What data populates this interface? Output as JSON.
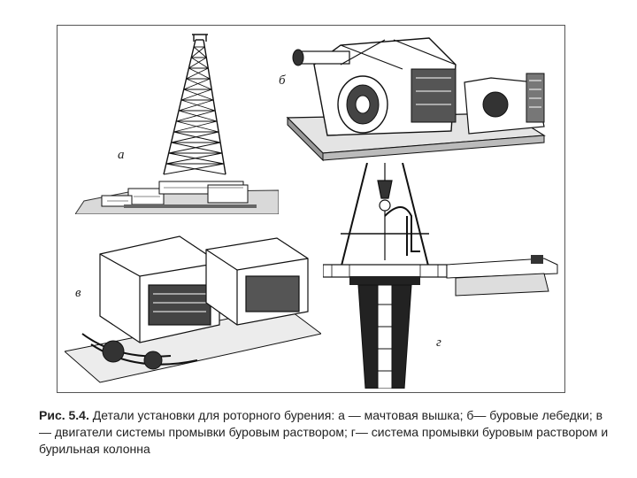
{
  "figure": {
    "panel_labels": {
      "a": "а",
      "b": "б",
      "c": "в",
      "d": "г"
    },
    "illustration_style": "black-and-white line drawing",
    "caption": {
      "number": "Рис. 5.4.",
      "text": "Детали установки для роторного бурения: а — мачтовая вышка; б— буровые лебедки; в— двигатели системы промывки буровым раствором; г— система промывки буровым раствором и бурильная колонна"
    }
  }
}
